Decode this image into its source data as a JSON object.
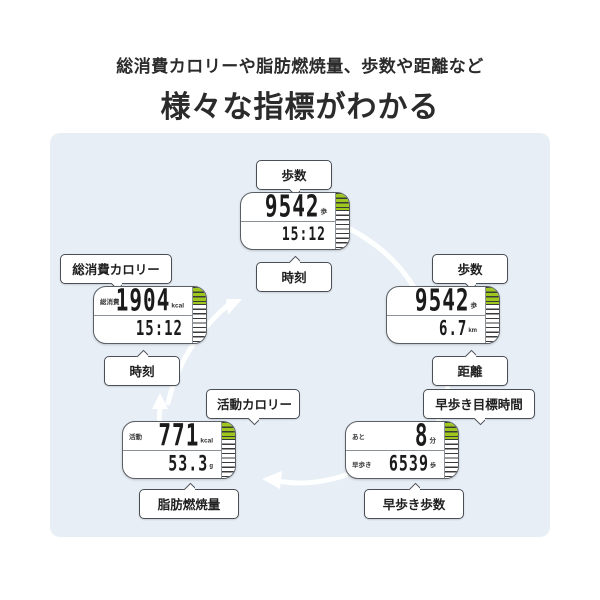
{
  "headline": {
    "sub": "総消費カロリーや脂肪燃焼量、歩数や距離など",
    "main": "様々な指標がわかる"
  },
  "colors": {
    "panel_bg": "#e7eef5",
    "gauge_fill": "#9ec81e",
    "device_border": "#5a5f66",
    "text": "#2b2b2b",
    "arrow": "#ffffff"
  },
  "flow": {
    "direction": "clockwise",
    "arrow_count": 5
  },
  "devices": [
    {
      "id": "steps-time",
      "callout_top": "歩数",
      "callout_bottom": "時刻",
      "top_row": {
        "prefix": "",
        "value": "9542",
        "unit": "歩"
      },
      "bottom_row": {
        "prefix": "",
        "value": "15:12",
        "unit": ""
      },
      "gauge_fill_percent": 30
    },
    {
      "id": "steps-distance",
      "callout_top": "歩数",
      "callout_bottom": "距離",
      "top_row": {
        "prefix": "",
        "value": "9542",
        "unit": "歩"
      },
      "bottom_row": {
        "prefix": "",
        "value": "6.7",
        "unit": "km"
      },
      "gauge_fill_percent": 30
    },
    {
      "id": "brisk-walk",
      "callout_top": "早歩き目標時間",
      "callout_bottom": "早歩き歩数",
      "top_row": {
        "prefix": "あと",
        "value": "8",
        "unit": "分"
      },
      "bottom_row": {
        "prefix": "早歩き",
        "value": "6539",
        "unit": "歩"
      },
      "gauge_fill_percent": 30
    },
    {
      "id": "activity-fat",
      "callout_top": "活動カロリー",
      "callout_bottom": "脂肪燃焼量",
      "top_row": {
        "prefix": "活動",
        "value": "771",
        "unit": "kcal"
      },
      "bottom_row": {
        "prefix": "",
        "value": "53.3",
        "unit": "g"
      },
      "gauge_fill_percent": 30
    },
    {
      "id": "total-calories",
      "callout_top": "総消費カロリー",
      "callout_bottom": "時刻",
      "top_row": {
        "prefix": "総消費",
        "value": "1904",
        "unit": "kcal"
      },
      "bottom_row": {
        "prefix": "",
        "value": "15:12",
        "unit": ""
      },
      "gauge_fill_percent": 30
    }
  ]
}
